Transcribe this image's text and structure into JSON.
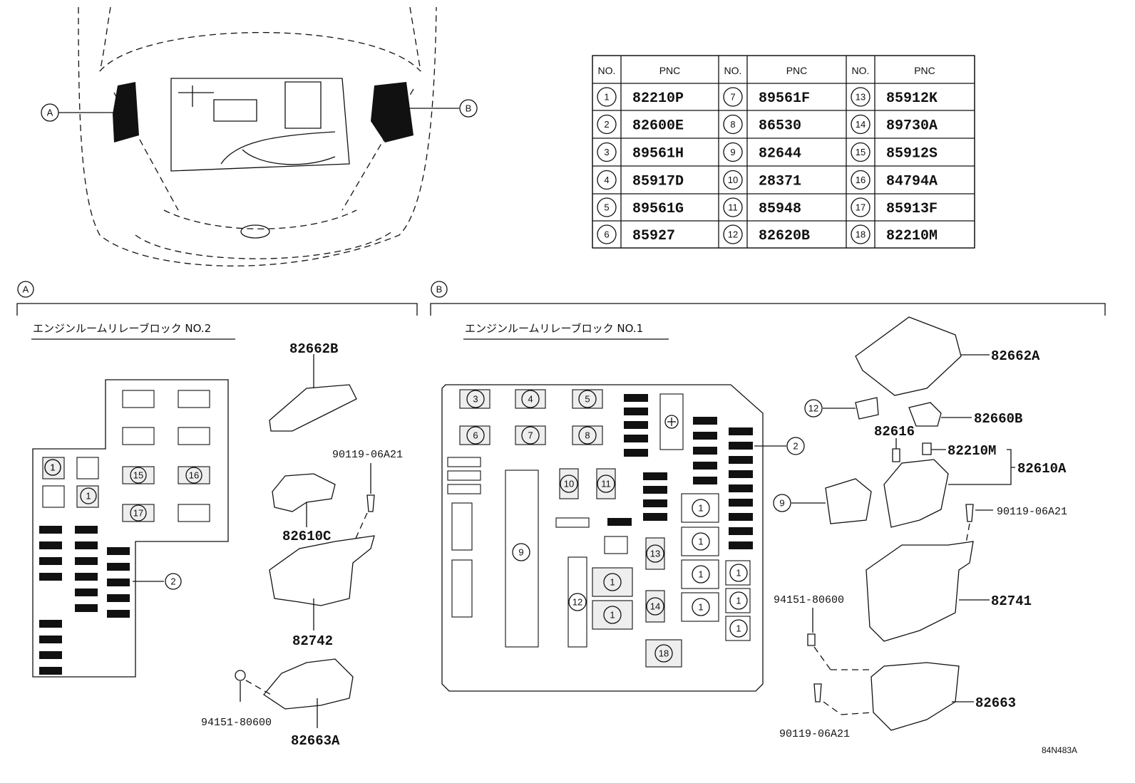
{
  "pnc_table": {
    "headers": [
      "NO.",
      "PNC",
      "NO.",
      "PNC",
      "NO.",
      "PNC"
    ],
    "rows": [
      [
        {
          "no": "1",
          "pnc": "82210P"
        },
        {
          "no": "7",
          "pnc": "89561F"
        },
        {
          "no": "13",
          "pnc": "85912K"
        }
      ],
      [
        {
          "no": "2",
          "pnc": "82600E"
        },
        {
          "no": "8",
          "pnc": "86530"
        },
        {
          "no": "14",
          "pnc": "89730A"
        }
      ],
      [
        {
          "no": "3",
          "pnc": "89561H"
        },
        {
          "no": "9",
          "pnc": "82644"
        },
        {
          "no": "15",
          "pnc": "85912S"
        }
      ],
      [
        {
          "no": "4",
          "pnc": "85917D"
        },
        {
          "no": "10",
          "pnc": "28371"
        },
        {
          "no": "16",
          "pnc": "84794A"
        }
      ],
      [
        {
          "no": "5",
          "pnc": "89561G"
        },
        {
          "no": "11",
          "pnc": "85948"
        },
        {
          "no": "17",
          "pnc": "85913F"
        }
      ],
      [
        {
          "no": "6",
          "pnc": "85927"
        },
        {
          "no": "12",
          "pnc": "82620B"
        },
        {
          "no": "18",
          "pnc": "82210M"
        }
      ]
    ]
  },
  "overview": {
    "callout_a": "A",
    "callout_b": "B"
  },
  "section_a": {
    "marker": "A",
    "title": "エンジンルームリレーブロック NO.2",
    "block_refs": [
      "1",
      "1",
      "15",
      "16",
      "1",
      "17",
      "2"
    ],
    "parts": {
      "p1": "82662B",
      "p2": "90119-06A21",
      "p3": "82610C",
      "p4": "82742",
      "p5": "94151-80600",
      "p6": "82663A"
    }
  },
  "section_b": {
    "marker": "B",
    "title": "エンジンルームリレーブロック NO.1",
    "block_refs": [
      "3",
      "4",
      "5",
      "6",
      "7",
      "8",
      "10",
      "11",
      "9",
      "12",
      "13",
      "14",
      "18",
      "1",
      "1",
      "1",
      "1",
      "1",
      "1",
      "1",
      "1",
      "1",
      "2"
    ],
    "parts": {
      "p1": "82662A",
      "p2": "12",
      "p3": "82660B",
      "p4": "82616",
      "p5": "82210M",
      "p6": "82610A",
      "p7": "9",
      "p8": "90119-06A21",
      "p9": "82741",
      "p10": "94151-80600",
      "p11": "82663",
      "p12": "90119-06A21"
    }
  },
  "diagram_code": "84N483A"
}
